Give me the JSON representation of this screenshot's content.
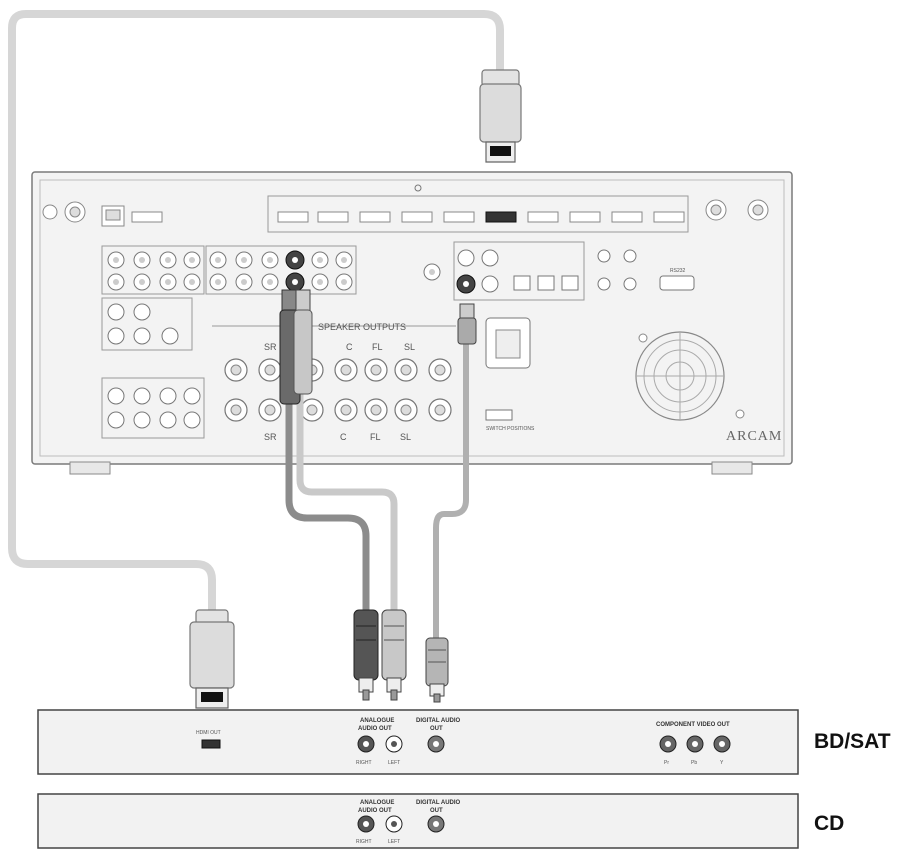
{
  "receiver": {
    "brand": "ARCAM",
    "speaker_outputs_label": "SPEAKER OUTPUTS",
    "speaker_channels_top": [
      "SR",
      "C",
      "FL",
      "SL"
    ],
    "speaker_channels_bottom": [
      "SR",
      "C",
      "FL",
      "SL"
    ],
    "switch_label": "SWITCH POSITIONS",
    "serial_label": "RS232"
  },
  "devices": [
    {
      "name": "BD/SAT",
      "hdmi_out_label": "HDMI OUT",
      "analogue_out_label_1": "ANALOGUE",
      "analogue_out_label_2": "AUDIO OUT",
      "digital_out_label_1": "DIGITAL AUDIO",
      "digital_out_label_2": "OUT",
      "component_out_label": "COMPONENT VIDEO OUT",
      "right_label": "RIGHT",
      "left_label": "LEFT",
      "component_jacks": [
        "Pr",
        "Pb",
        "Y"
      ]
    },
    {
      "name": "CD",
      "analogue_out_label_1": "ANALOGUE",
      "analogue_out_label_2": "AUDIO OUT",
      "digital_out_label_1": "DIGITAL AUDIO",
      "digital_out_label_2": "OUT",
      "right_label": "RIGHT",
      "left_label": "LEFT"
    }
  ],
  "colors": {
    "hdmi_cable": "#d6d6d6",
    "right_cable": "#8c8c8c",
    "left_cable": "#c9c9c9",
    "digital_cable": "#b0b0b0",
    "chassis": "#f3f3f3",
    "outline": "#7a7a7a"
  }
}
